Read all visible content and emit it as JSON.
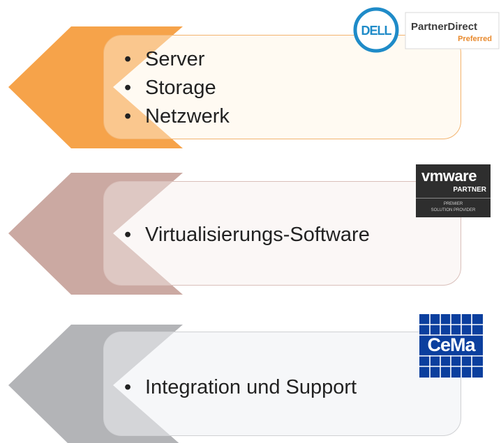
{
  "rows": [
    {
      "items": [
        "Server",
        "Storage",
        "Netzwerk"
      ],
      "accent": "#f5a24a",
      "logo": {
        "name": "dell-partnerdirect-logo",
        "brand": "DELL",
        "line1": "PartnerDirect",
        "line2": "Preferred"
      }
    },
    {
      "items": [
        "Virtualisierungs-Software"
      ],
      "accent": "#c9a9a3",
      "logo": {
        "name": "vmware-partner-logo",
        "brand": "vmware",
        "line1": "PARTNER",
        "line2": "PREMIER",
        "line3": "SOLUTION PROVIDER"
      }
    },
    {
      "items": [
        "Integration und Support"
      ],
      "accent": "#b4b5b8",
      "logo": {
        "name": "cema-logo",
        "brand": "CeMa"
      }
    }
  ]
}
